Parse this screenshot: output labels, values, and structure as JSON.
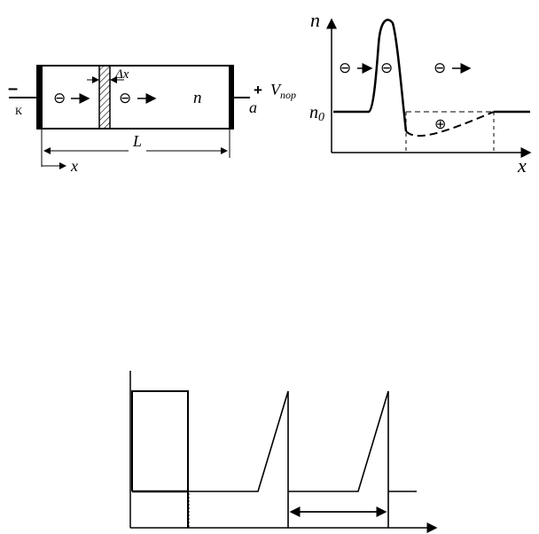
{
  "device": {
    "cathode_sign": "–",
    "cathode_label": "К",
    "anode_sign": "+",
    "anode_label": "a",
    "delta_x_label": "Δx",
    "region_label": "n",
    "length_label": "L",
    "x_label": "x",
    "voltage_label": "V",
    "voltage_sub": "пор"
  },
  "density_plot": {
    "y_axis_label": "n",
    "x_axis_label": "x",
    "n0_label": "n",
    "n0_sub": "0"
  },
  "symbols": {
    "electron": "⊖",
    "hole": "⊕",
    "arrow": "→"
  }
}
